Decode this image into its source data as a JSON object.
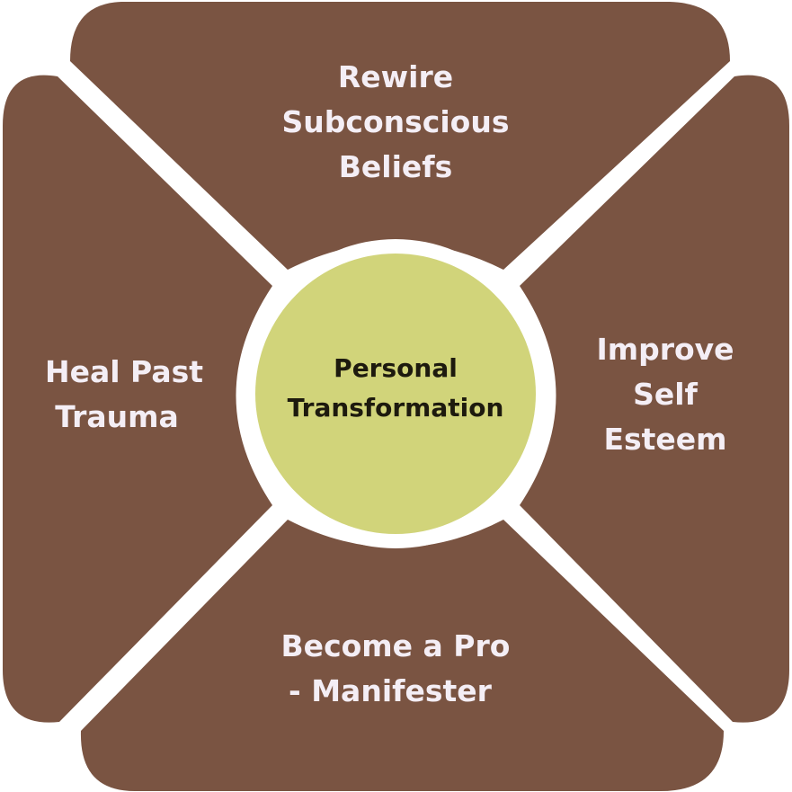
{
  "diagram": {
    "center": {
      "line1": "Personal",
      "line2": "Transformation"
    },
    "top": {
      "line1": "Rewire",
      "line2": "Subconscious",
      "line3": "Beliefs"
    },
    "left": {
      "line1": "Heal Past",
      "line2": "Trauma"
    },
    "right": {
      "line1": "Improve",
      "line2": "Self",
      "line3": "Esteem"
    },
    "bottom": {
      "line1": "Become a Pro",
      "line2": "- Manifester"
    }
  },
  "colors": {
    "segment": "#7a5442",
    "center_fill": "#d1d47a",
    "center_ring": "#ffffff",
    "segment_text": "#f4eef5",
    "center_text": "#1d1a0e"
  }
}
